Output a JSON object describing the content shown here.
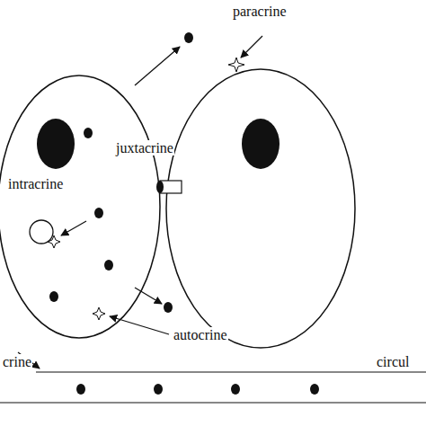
{
  "diagram": {
    "labels": [
      "paracrine",
      "juxtacrine",
      "intracrine",
      "autocrine",
      "crine",
      "circul"
    ]
  }
}
